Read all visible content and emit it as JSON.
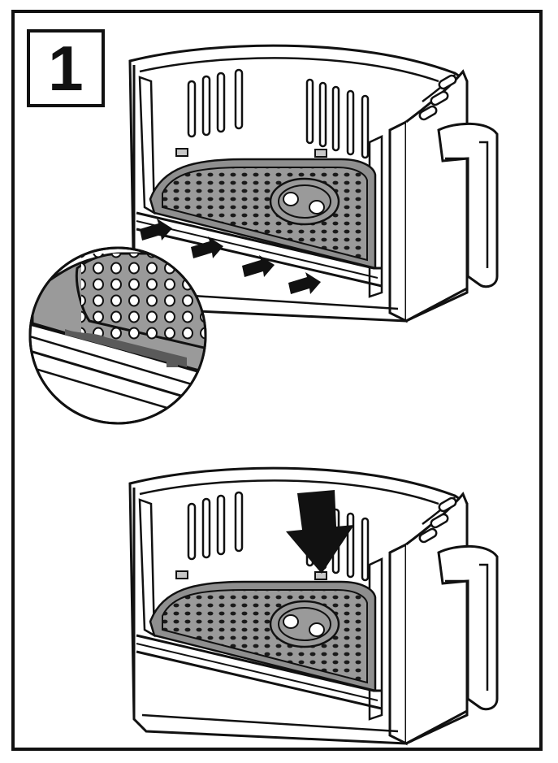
{
  "step": {
    "number": "1"
  },
  "colors": {
    "line": "#111111",
    "tray": "#9a9a9a",
    "tray_dark": "#5a5a5a",
    "paper": "#ffffff"
  },
  "illustration": {
    "panels": [
      {
        "name": "insert-tray-along-bottom",
        "arrows": 4
      },
      {
        "name": "push-tray-down",
        "arrows": 1
      }
    ],
    "detail_zoom": true
  }
}
